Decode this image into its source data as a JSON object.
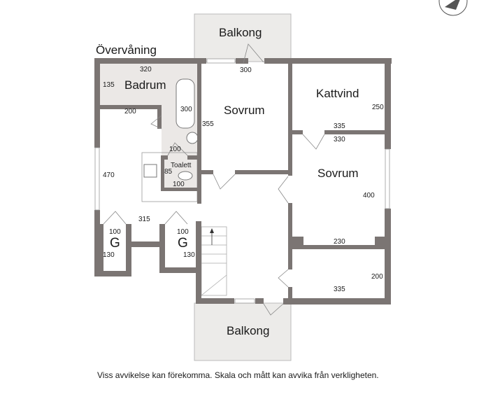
{
  "floor_title": "Övervåning",
  "rooms": {
    "balkong_top": "Balkong",
    "badrum": "Badrum",
    "sovrum_1": "Sovrum",
    "kattvind": "Kattvind",
    "toalett": "Toalett",
    "sovrum_2": "Sovrum",
    "closet_1": "G",
    "closet_2": "G",
    "balkong_bottom": "Balkong"
  },
  "dimensions": {
    "badrum_width": "320",
    "badrum_depth": "135",
    "bath_tub": "300",
    "hall_width": "200",
    "toalett_door": "100",
    "toalett_depth": "85",
    "toalett_width": "100",
    "hall_length": "470",
    "hall_bottom": "315",
    "closet_1_width": "100",
    "closet_1_depth": "130",
    "closet_2_width": "100",
    "closet_2_depth": "130",
    "sovrum_1_width": "300",
    "sovrum_1_length": "355",
    "kattvind_depth": "250",
    "kattvind_width": "335",
    "sovrum_2_top": "330",
    "sovrum_2_length": "400",
    "sovrum_2_bottom": "230",
    "room_se_depth": "200",
    "room_se_width": "335"
  },
  "disclaimer": "Viss avvikelse kan förekomma. Skala och mått kan avvika från verkligheten.",
  "colors": {
    "wall": "#7b7573",
    "wet_floor": "#ebe8e6",
    "balcony": "#ecebe9"
  }
}
